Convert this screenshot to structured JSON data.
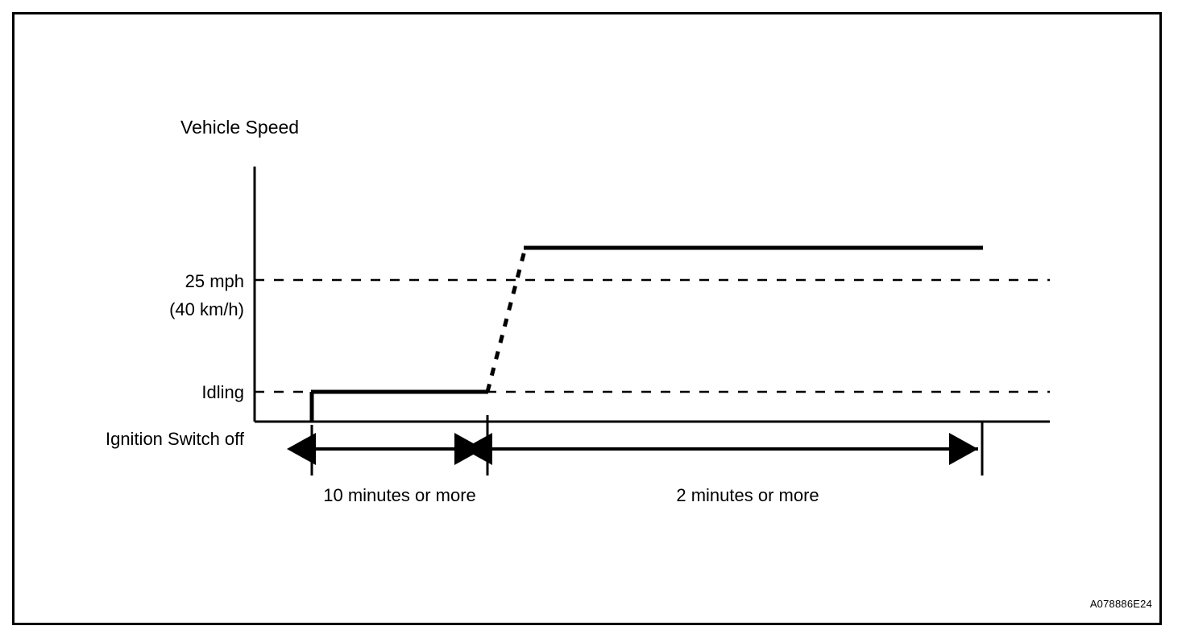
{
  "figure": {
    "reference_code": "A078886E24",
    "border_color": "#000000",
    "background_color": "#ffffff",
    "line_color": "#000000"
  },
  "axes": {
    "y_axis_title": "Vehicle Speed",
    "y_ticks": [
      {
        "id": "speed-threshold",
        "line1": "25 mph",
        "line2": "(40 km/h)"
      },
      {
        "id": "idling",
        "line1": "Idling",
        "line2": ""
      }
    ],
    "x_axis_state_label": "Ignition Switch off"
  },
  "durations": [
    {
      "id": "phase-1",
      "label": "10 minutes or more"
    },
    {
      "id": "phase-2",
      "label": "2 minutes or more"
    }
  ],
  "chart_data": {
    "type": "line",
    "title": "",
    "xlabel": "",
    "ylabel": "Vehicle Speed",
    "y_levels": [
      {
        "name": "Ignition Switch off",
        "value": 0
      },
      {
        "name": "Idling",
        "value": 1
      },
      {
        "name": "25 mph (40 km/h)",
        "value": 2
      },
      {
        "name": "Above 25 mph",
        "value": 2.3
      }
    ],
    "grid": "dashed-horizontal-at-idling-and-25mph",
    "legend": "none",
    "series": [
      {
        "name": "Vehicle Speed Profile",
        "style": "solid-with-dashed-ramp",
        "points": [
          {
            "t": 0,
            "level": 0,
            "state": "Ignition Switch off"
          },
          {
            "t": 0,
            "level": 1,
            "state": "Idling"
          },
          {
            "t": 10,
            "level": 1,
            "state": "Idling"
          },
          {
            "t": 10.2,
            "level": 2.3,
            "state": "Above 25 mph",
            "segment": "dashed-ramp"
          },
          {
            "t": 12.2,
            "level": 2.3,
            "state": "Above 25 mph"
          }
        ]
      }
    ],
    "annotations": [
      {
        "text": "10 minutes or more",
        "span": "Idling phase"
      },
      {
        "text": "2 minutes or more",
        "span": "Driving above 25 mph phase"
      }
    ]
  }
}
